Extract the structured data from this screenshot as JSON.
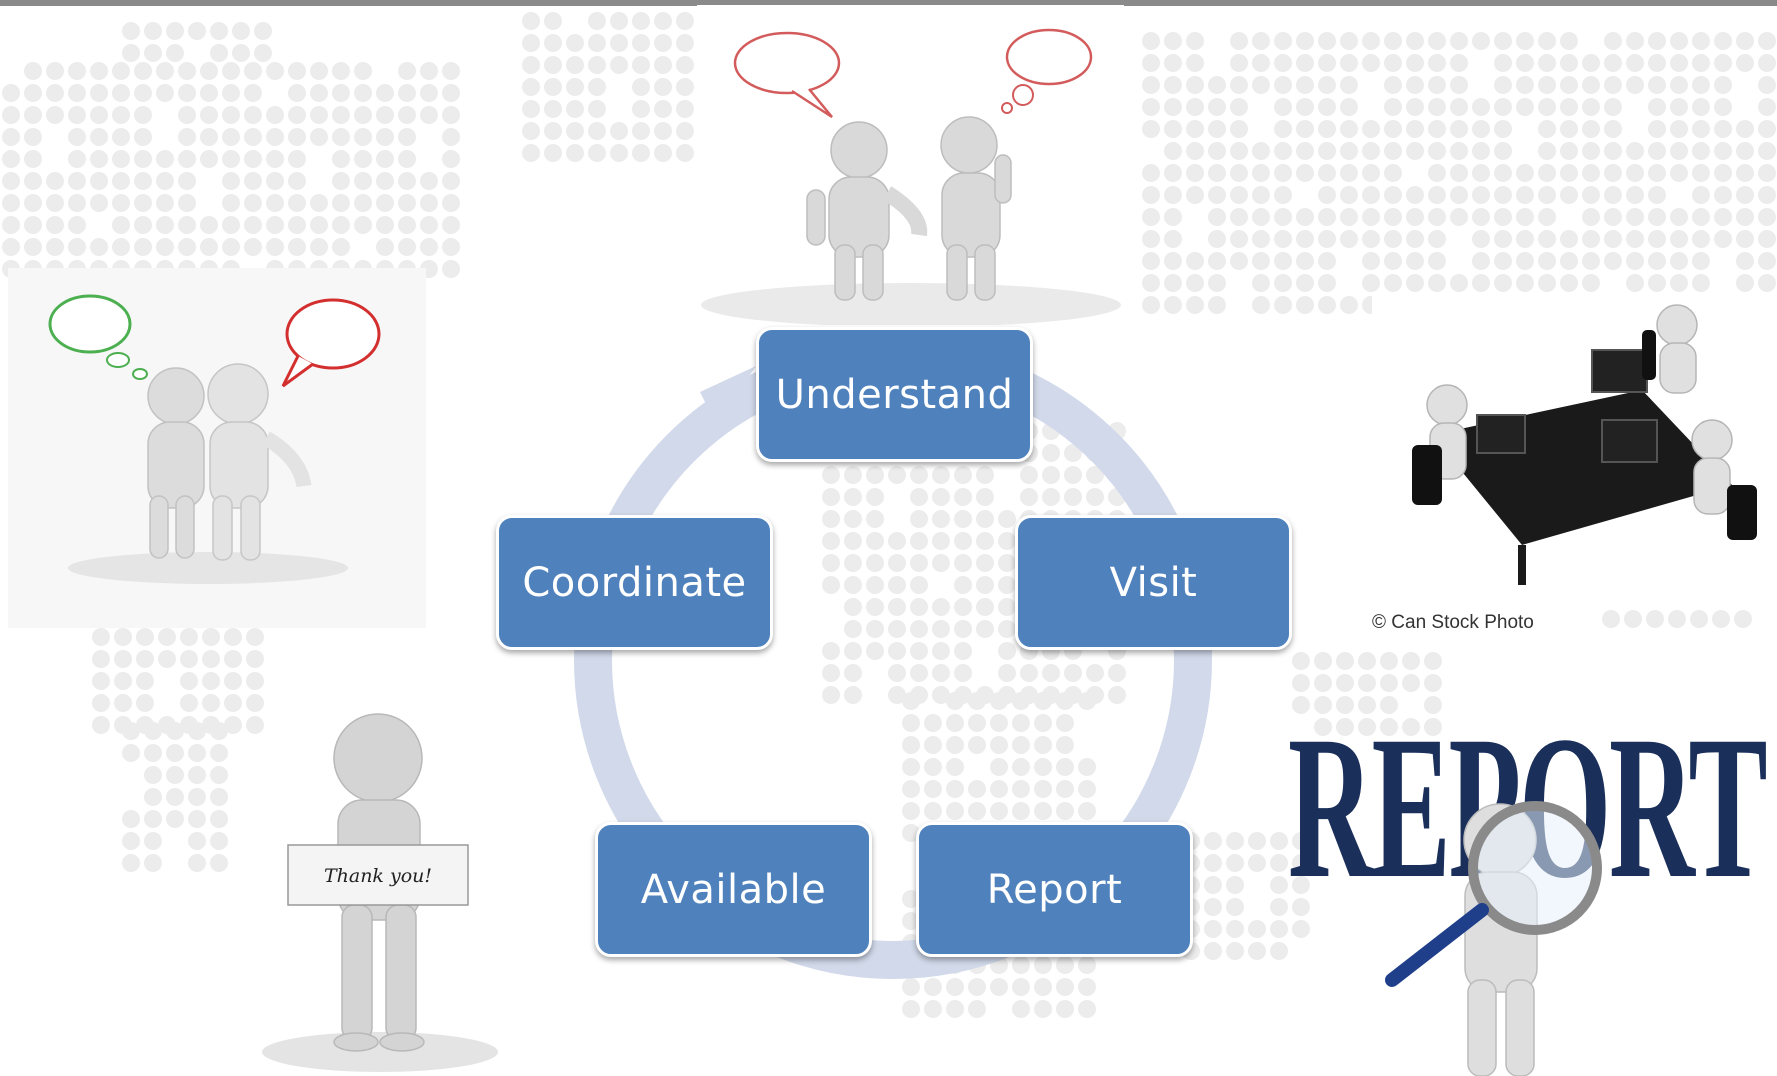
{
  "cycle": {
    "steps": [
      {
        "label": "Understand"
      },
      {
        "label": "Visit"
      },
      {
        "label": "Report"
      },
      {
        "label": "Available"
      },
      {
        "label": "Coordinate"
      }
    ],
    "colors": {
      "box": "#4f81bd",
      "ring": "#d1d9ea",
      "text": "#ffffff"
    }
  },
  "images": {
    "thank_you_sign": "Thank you!",
    "report_word": "REPORT",
    "stock_credit": "© Can Stock Photo"
  }
}
